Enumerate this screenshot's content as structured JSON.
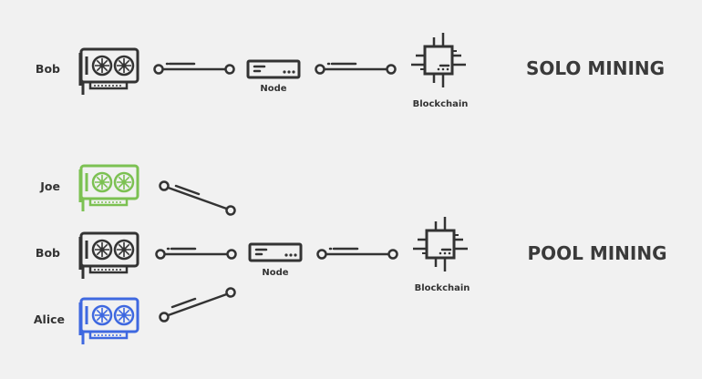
{
  "solo": {
    "miner": {
      "name": "Bob"
    },
    "node_label": "Node",
    "blockchain_label": "Blockchain",
    "title": "SOLO MINING"
  },
  "pool": {
    "miners": [
      {
        "name": "Joe"
      },
      {
        "name": "Bob"
      },
      {
        "name": "Alice"
      }
    ],
    "node_label": "Node",
    "blockchain_label": "Blockchain",
    "title": "POOL MINING"
  },
  "colors": {
    "default_gpu": "#333333",
    "joe_gpu": "#7cc152",
    "alice_gpu": "#3e68e0",
    "background": "#f1f1f1"
  },
  "icons": {
    "gpu": "graphics-card-icon",
    "node": "server-node-icon",
    "blockchain": "cpu-chip-icon",
    "link": "connection-line-icon"
  }
}
